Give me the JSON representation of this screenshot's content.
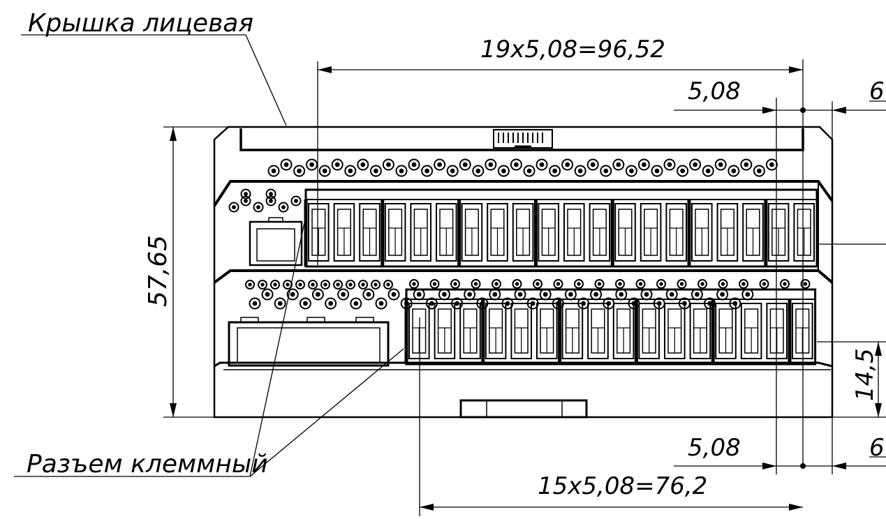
{
  "labels": {
    "front_cover": "Крышка лицевая",
    "terminal_connector": "Разъем клеммный"
  },
  "dimensions": {
    "top_total": "19x5,08=96,52",
    "top_pitch": "5,08",
    "top_right_partial": "6",
    "height": "57,65",
    "lower_height": "14,5",
    "bottom_pitch": "5,08",
    "bottom_right_partial": "6",
    "bottom_total": "15x5,08=76,2"
  },
  "counts": {
    "upper_terminals": 20,
    "lower_terminals": 16,
    "upper_screw_holes": 20,
    "lower_screw_holes": 20
  },
  "colors": {
    "line": "#000000",
    "background": "#ffffff"
  }
}
